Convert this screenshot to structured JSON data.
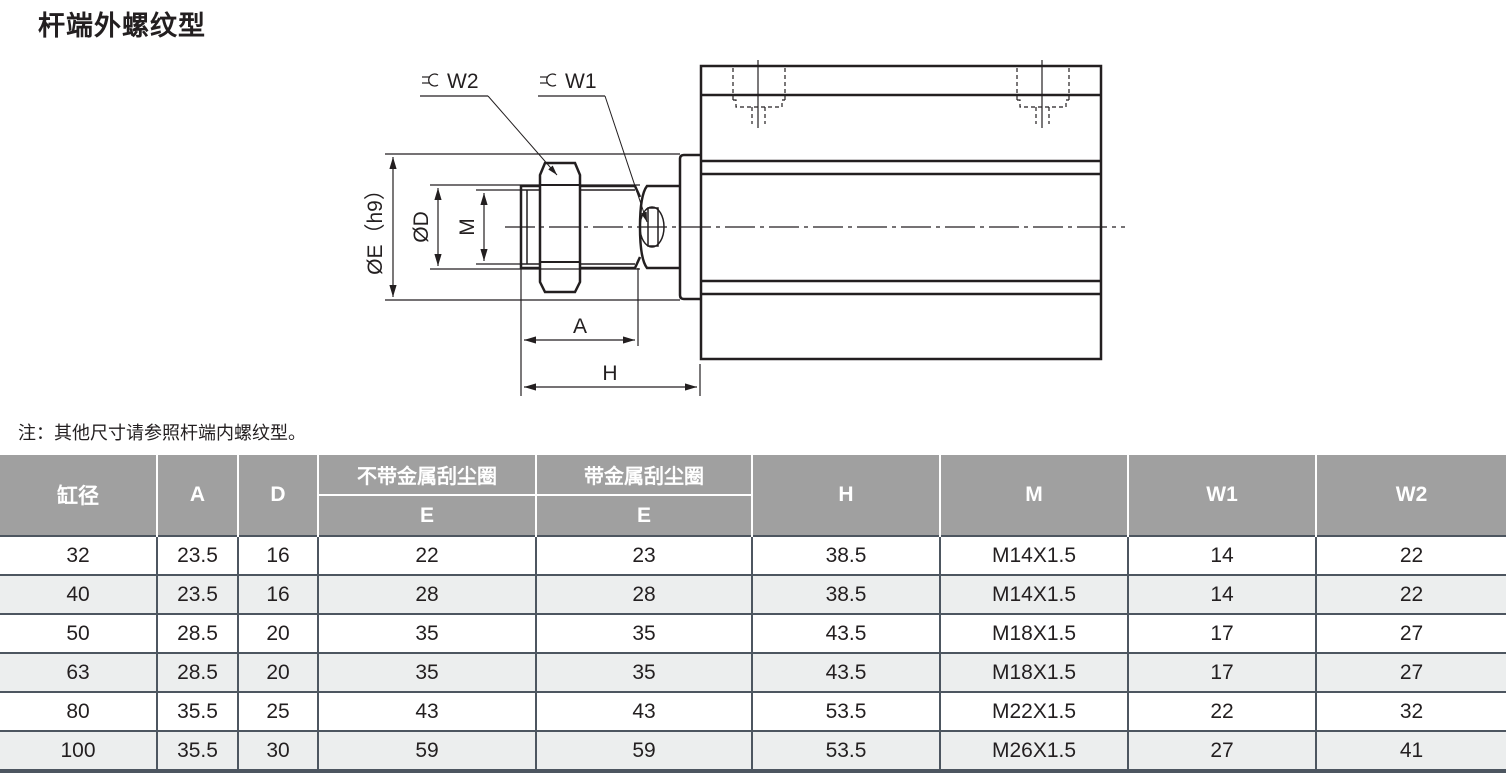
{
  "page": {
    "title": "杆端外螺纹型",
    "note": "注：其他尺寸请参照杆端内螺纹型。"
  },
  "drawing": {
    "labels": {
      "w2": "W2",
      "w1": "W1",
      "e": "ØE（h9）",
      "d": "ØD",
      "m": "M",
      "a": "A",
      "h": "H"
    },
    "icons": {
      "wrench_w2": "wrench-icon",
      "wrench_w1": "wrench-icon"
    }
  },
  "table": {
    "headers": {
      "bore": "缸径",
      "a": "A",
      "d": "D",
      "no_scraper": "不带金属刮尘圈",
      "with_scraper": "带金属刮尘圈",
      "e1": "E",
      "e2": "E",
      "h": "H",
      "m": "M",
      "w1": "W1",
      "w2": "W2"
    },
    "rows": [
      {
        "bore": "32",
        "a": "23.5",
        "d": "16",
        "e_no": "22",
        "e_with": "23",
        "h": "38.5",
        "m": "M14X1.5",
        "w1": "14",
        "w2": "22"
      },
      {
        "bore": "40",
        "a": "23.5",
        "d": "16",
        "e_no": "28",
        "e_with": "28",
        "h": "38.5",
        "m": "M14X1.5",
        "w1": "14",
        "w2": "22"
      },
      {
        "bore": "50",
        "a": "28.5",
        "d": "20",
        "e_no": "35",
        "e_with": "35",
        "h": "43.5",
        "m": "M18X1.5",
        "w1": "17",
        "w2": "27"
      },
      {
        "bore": "63",
        "a": "28.5",
        "d": "20",
        "e_no": "35",
        "e_with": "35",
        "h": "43.5",
        "m": "M18X1.5",
        "w1": "17",
        "w2": "27"
      },
      {
        "bore": "80",
        "a": "35.5",
        "d": "25",
        "e_no": "43",
        "e_with": "43",
        "h": "53.5",
        "m": "M22X1.5",
        "w1": "22",
        "w2": "32"
      },
      {
        "bore": "100",
        "a": "35.5",
        "d": "30",
        "e_no": "59",
        "e_with": "59",
        "h": "53.5",
        "m": "M26X1.5",
        "w1": "27",
        "w2": "41"
      }
    ]
  },
  "colors": {
    "header_bg": "#a0a0a0",
    "header_text": "#ffffff",
    "row_alt": "#eceeee",
    "grid": "#4d5660",
    "ink": "#231f20"
  }
}
